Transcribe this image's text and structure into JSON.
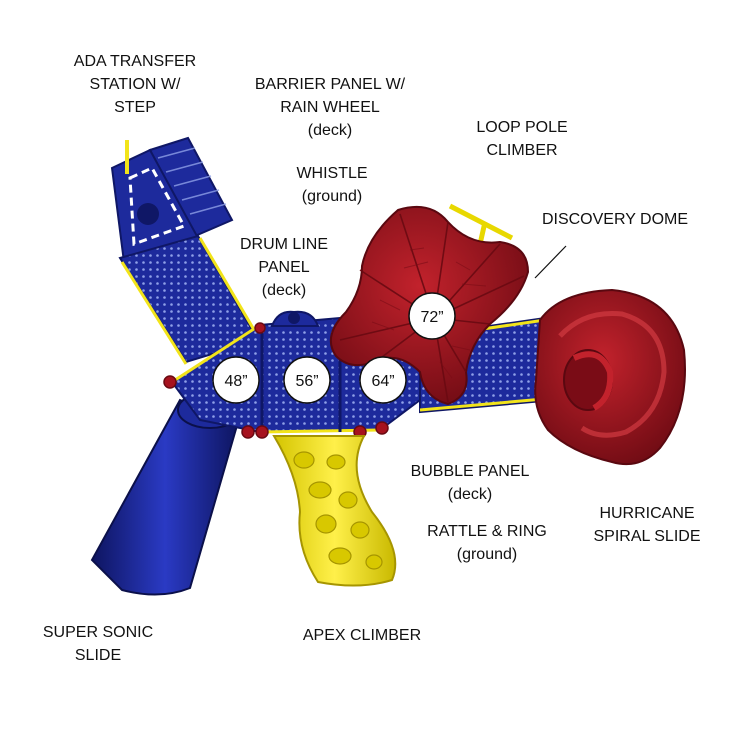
{
  "labels": {
    "ada_transfer": [
      "ADA TRANSFER",
      "STATION W/",
      "STEP"
    ],
    "barrier_panel": [
      "BARRIER PANEL W/",
      "RAIN WHEEL",
      "(deck)"
    ],
    "whistle": [
      "WHISTLE",
      "(ground)"
    ],
    "loop_pole": [
      "LOOP POLE",
      "CLIMBER"
    ],
    "discovery_dome": [
      "DISCOVERY DOME"
    ],
    "drum_line": [
      "DRUM LINE",
      "PANEL",
      "(deck)"
    ],
    "bubble_panel": [
      "BUBBLE PANEL",
      "(deck)"
    ],
    "rattle_ring": [
      "RATTLE & RING",
      "(ground)"
    ],
    "hurricane": [
      "HURRICANE",
      "SPIRAL SLIDE"
    ],
    "super_sonic": [
      "SUPER SONIC",
      "SLIDE"
    ],
    "apex": [
      "APEX CLIMBER"
    ]
  },
  "deck_heights": [
    "48”",
    "56”",
    "64”",
    "72”"
  ],
  "colors": {
    "blue": "#1d2a9c",
    "blue_dark": "#0f1766",
    "red": "#a6121e",
    "red_dark": "#6a0a12",
    "yellow": "#f2e41a",
    "yellow_dark": "#b9a800",
    "white": "#ffffff"
  }
}
